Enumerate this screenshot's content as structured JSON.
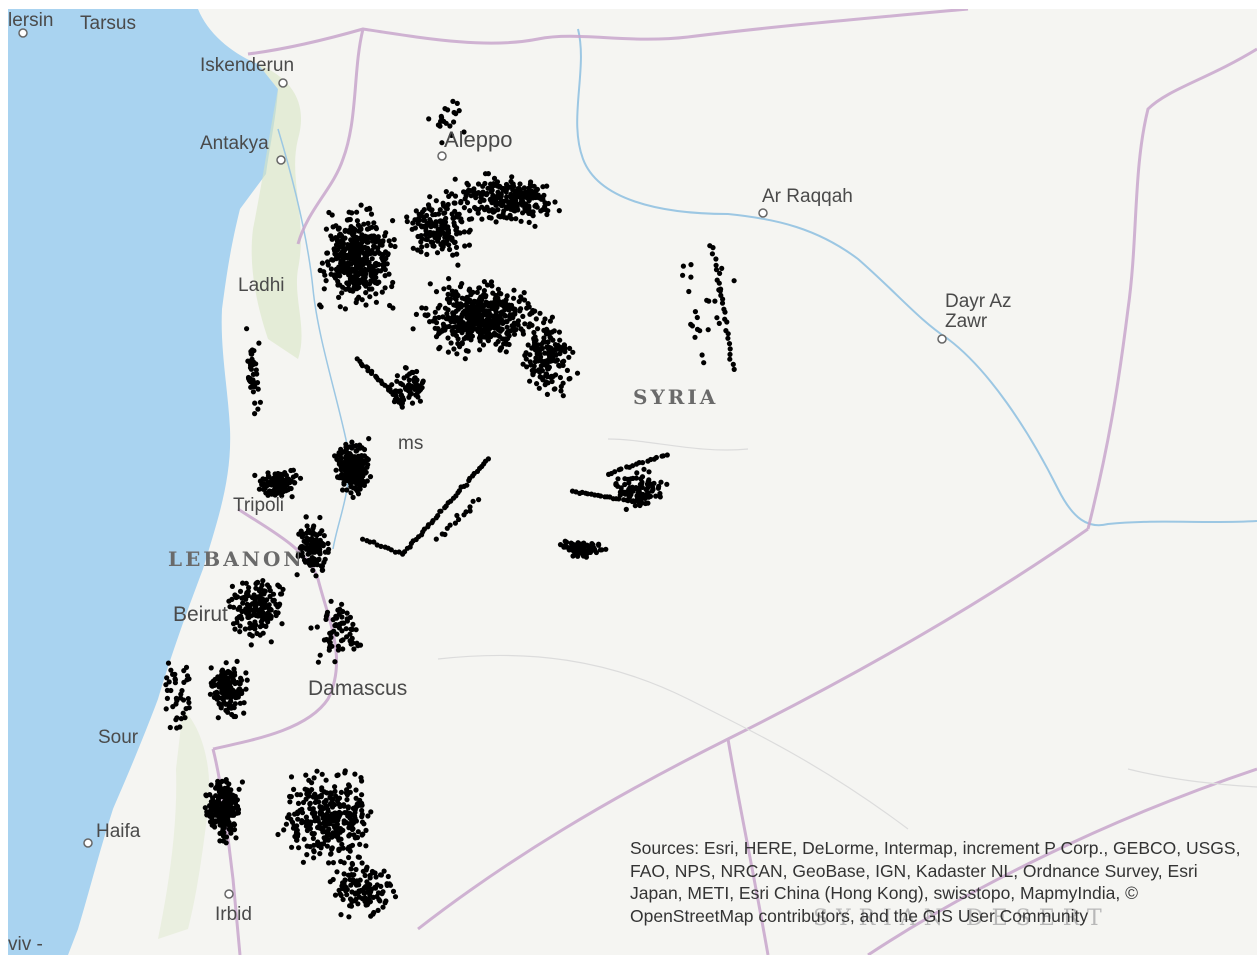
{
  "map": {
    "colors": {
      "sea": "#a9d3f0",
      "land": "#f5f5f2",
      "border": "#c8a6cc",
      "river": "#9cc7e3",
      "points": "#000000"
    },
    "places": {
      "mersin": "lersin",
      "tarsus": "Tarsus",
      "iskenderun": "Iskenderun",
      "antakya": "Antakya",
      "aleppo": "Aleppo",
      "ar_raqqah": "Ar Raqqah",
      "dayr_az_zawr_1": "Dayr Az",
      "dayr_az_zawr_2": "Zawr",
      "latakia": "Ladhi",
      "homs": "ms",
      "tripoli": "Tripoli",
      "beirut": "Beirut",
      "damascus": "Damascus",
      "sour": "Sour",
      "haifa": "Haifa",
      "irbid": "Irbid",
      "tel_aviv": "viv -"
    },
    "countries": {
      "syria": "SYRIA",
      "lebanon": "LEBANON"
    },
    "regions": {
      "syrian_desert": "SYRIAN DESERT"
    },
    "attribution": "Sources: Esri, HERE, DeLorme, Intermap, increment P Corp., GEBCO, USGS, FAO, NPS, NRCAN, GeoBase, IGN, Kadaster NL, Ordnance Survey, Esri Japan, METI, Esri China (Hong Kong), swisstopo, MapmyIndia, © OpenStreetMap contributors, and the GIS User Community"
  }
}
